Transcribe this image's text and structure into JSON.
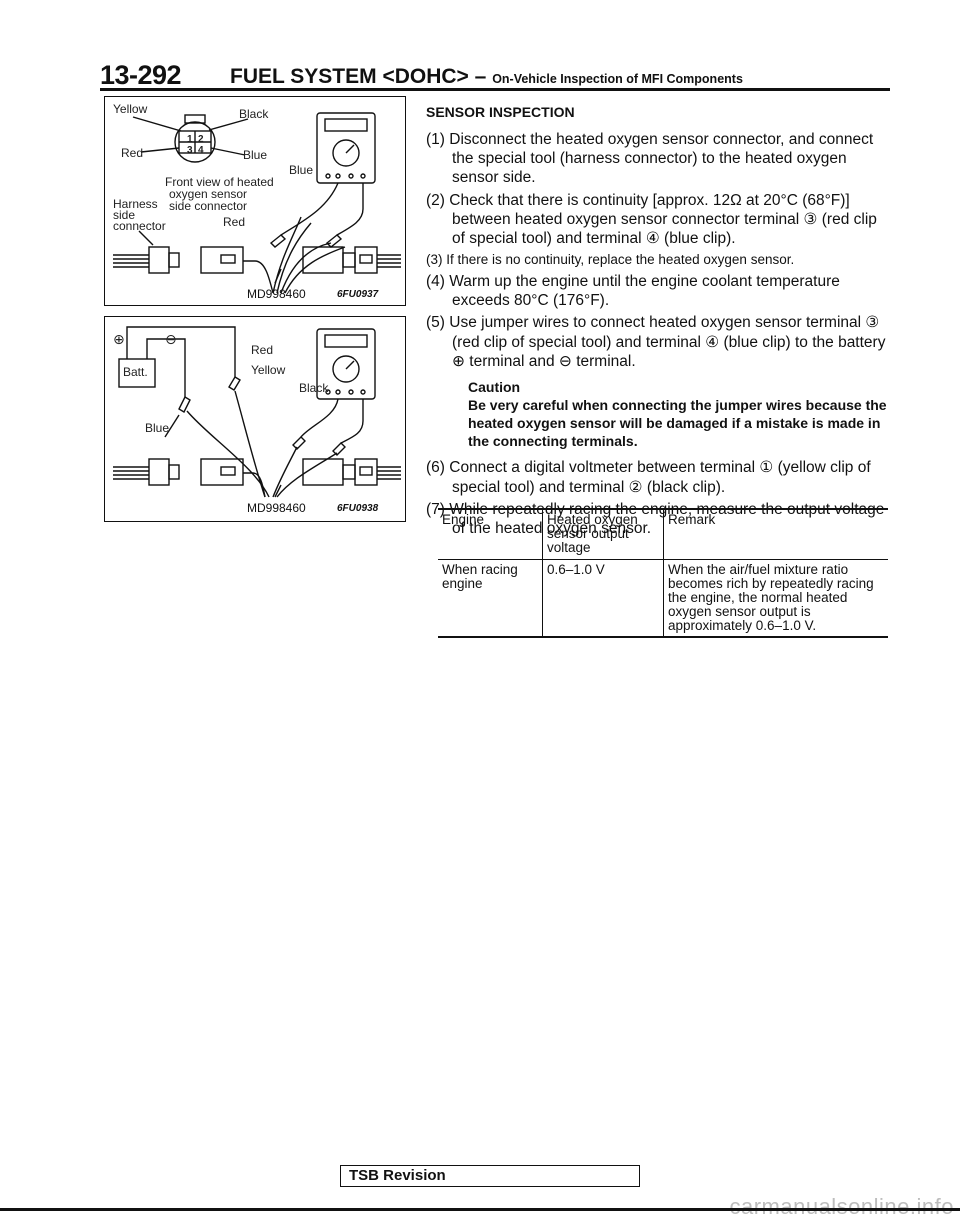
{
  "header": {
    "page_number": "13-292",
    "title": "FUEL SYSTEM <DOHC>",
    "dash": " – ",
    "subtitle": "On-Vehicle Inspection of MFI Components"
  },
  "figure1": {
    "labels": {
      "yellow": "Yellow",
      "black": "Black",
      "red": "Red",
      "blue": "Blue",
      "blue2": "Blue",
      "front_view": "Front view of heated",
      "oxygen_sensor": "oxygen sensor",
      "harness": "Harness",
      "side_connector": "side connector",
      "side": "side",
      "connector": "connector",
      "red2": "Red",
      "pin1": "1",
      "pin2": "2",
      "pin3": "3",
      "pin4": "4"
    },
    "part_number": "MD998460",
    "code": "6FU0937"
  },
  "figure2": {
    "labels": {
      "plus": "⊕",
      "minus": "⊖",
      "batt": "Batt.",
      "red": "Red",
      "yellow": "Yellow",
      "black": "Black",
      "blue": "Blue"
    },
    "part_number": "MD998460",
    "code": "6FU0938"
  },
  "content": {
    "heading": "SENSOR INSPECTION",
    "steps": [
      "(1) Disconnect the heated oxygen sensor connector, and connect the special tool (harness connector) to the heated oxygen sensor side.",
      "(2) Check that there is continuity [approx. 12Ω at 20°C (68°F)] between heated oxygen sensor connector terminal ③ (red clip of special tool) and terminal ④ (blue clip).",
      "(3) If there is no continuity, replace the heated oxygen sensor.",
      "(4) Warm up the engine until the engine coolant temperature exceeds 80°C (176°F).",
      "(5) Use jumper wires to connect heated oxygen sensor terminal ③ (red clip of special tool) and terminal ④ (blue clip) to the battery ⊕ terminal and ⊖ terminal.",
      "(6) Connect a digital voltmeter between terminal ① (yellow clip of special tool) and terminal ② (black clip).",
      "(7) While repeatedly racing the engine, measure the output voltage of the heated oxygen sensor."
    ],
    "caution_title": "Caution",
    "caution_text": "Be very careful when connecting the jumper wires because the heated oxygen sensor will be damaged if a mistake is made in the connecting terminals."
  },
  "table": {
    "headers": [
      "Engine",
      "Heated oxygen sensor output voltage",
      "Remark"
    ],
    "rows": [
      [
        "When racing engine",
        "0.6–1.0 V",
        "When the air/fuel mixture ratio becomes rich by repeatedly racing the engine, the normal heated oxygen sensor output is approximately 0.6–1.0 V."
      ]
    ]
  },
  "footer": {
    "tsb_revision": "TSB Revision",
    "watermark": "carmanualsonline.info"
  }
}
